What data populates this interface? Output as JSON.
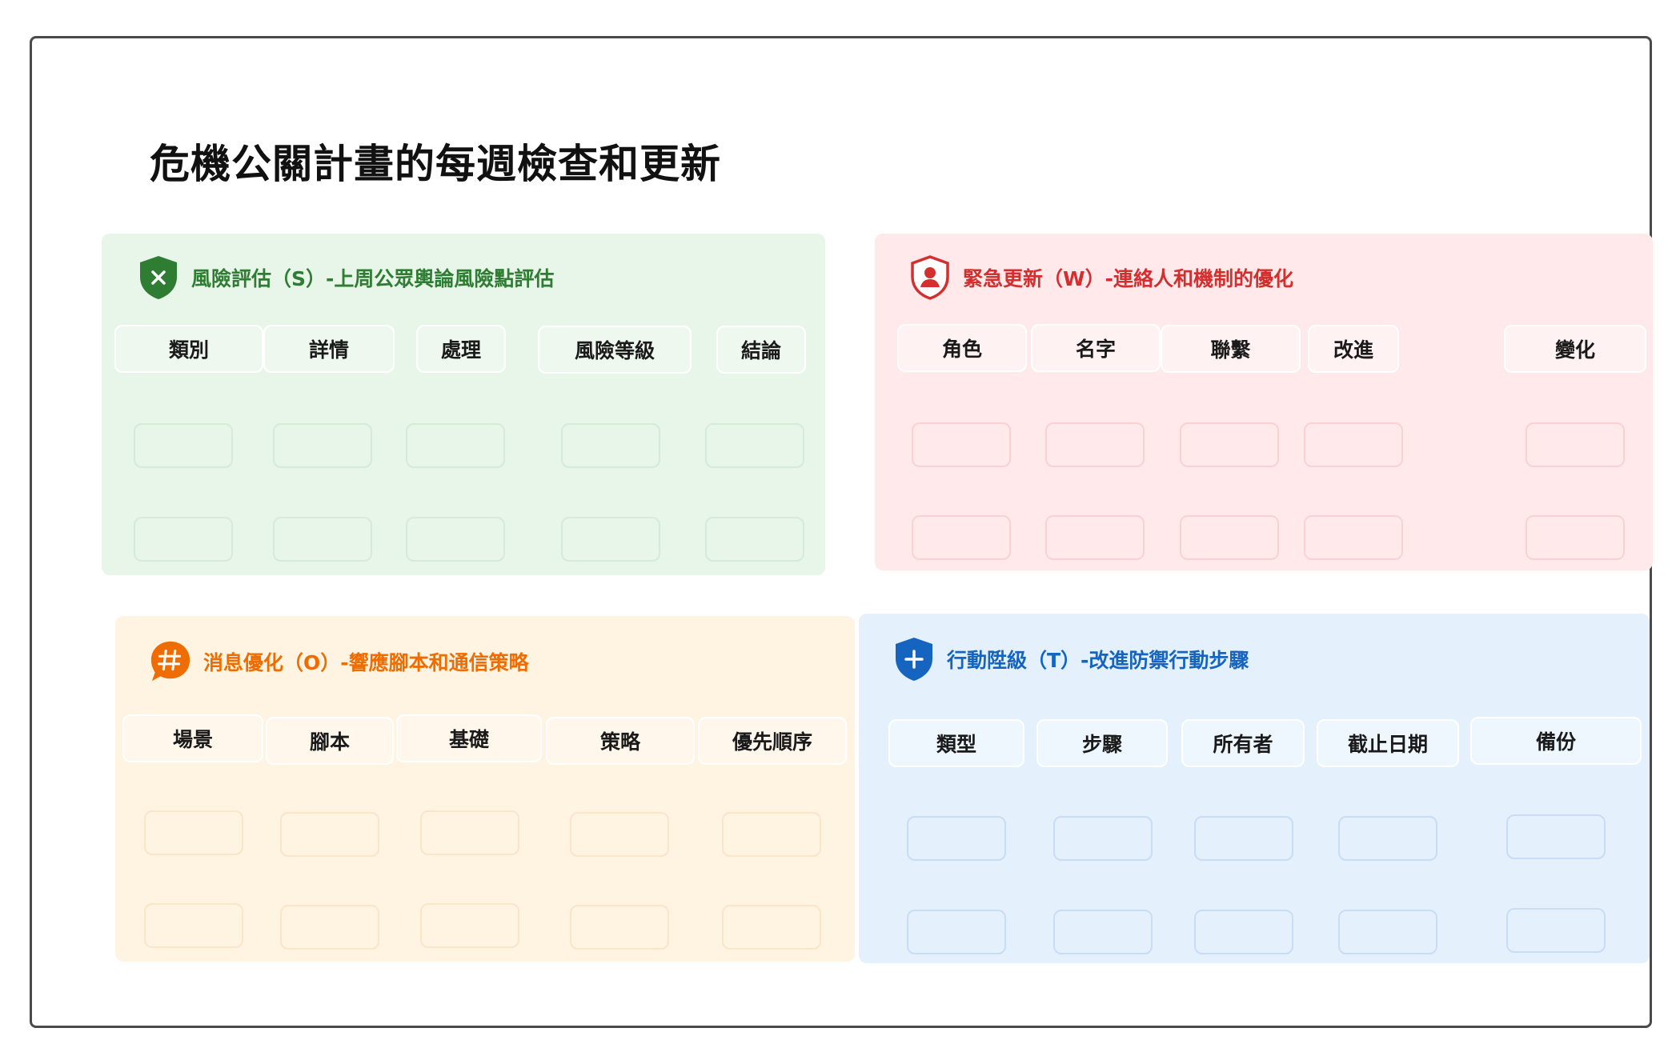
{
  "title": "危機公關計畫的每週檢查和更新",
  "colors": {
    "green": "#2e7d32",
    "red": "#d32f2f",
    "orange": "#ef6c00",
    "blue": "#1565c0"
  },
  "panels": {
    "s": {
      "icon": "shield-x-icon",
      "heading": "風險評估（S）-上周公眾輿論風險點評估",
      "columns": [
        "類別",
        "詳情",
        "處理",
        "風險等級",
        "結論"
      ]
    },
    "w": {
      "icon": "shield-person-icon",
      "heading": "緊急更新（W）-連絡人和機制的優化",
      "columns": [
        "角色",
        "名字",
        "聯繫",
        "改進",
        "變化"
      ]
    },
    "o": {
      "icon": "hash-bubble-icon",
      "heading": "消息優化（O）-響應腳本和通信策略",
      "columns": [
        "場景",
        "腳本",
        "基礎",
        "策略",
        "優先順序"
      ]
    },
    "t": {
      "icon": "shield-plus-icon",
      "heading": "行動陞級（T）-改進防禦行動步驟",
      "columns": [
        "類型",
        "步驟",
        "所有者",
        "截止日期",
        "備份"
      ]
    }
  }
}
